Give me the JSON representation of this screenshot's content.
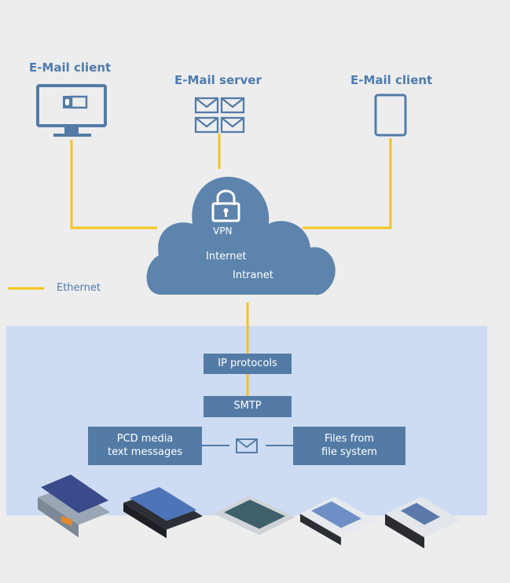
{
  "nodes": {
    "client_left": "E-Mail client",
    "server": "E-Mail server",
    "client_right": "E-Mail client"
  },
  "cloud": {
    "vpn": "VPN",
    "internet": "Internet",
    "intranet": "Intranet"
  },
  "legend": {
    "ethernet": "Ethernet"
  },
  "stack": {
    "ip": "IP protocols",
    "smtp": "SMTP",
    "pcd_media": "PCD media text messages",
    "files": "Files from file system"
  },
  "icons": {
    "monitor": "monitor-outlook-icon",
    "server": "envelopes-icon",
    "tablet": "tablet-icon",
    "lock": "lock-icon",
    "message": "envelope-icon"
  },
  "colors": {
    "background": "#ededee",
    "panel": "#cddcf3",
    "accent": "#537ba6",
    "ethernet": "#f5c518"
  }
}
